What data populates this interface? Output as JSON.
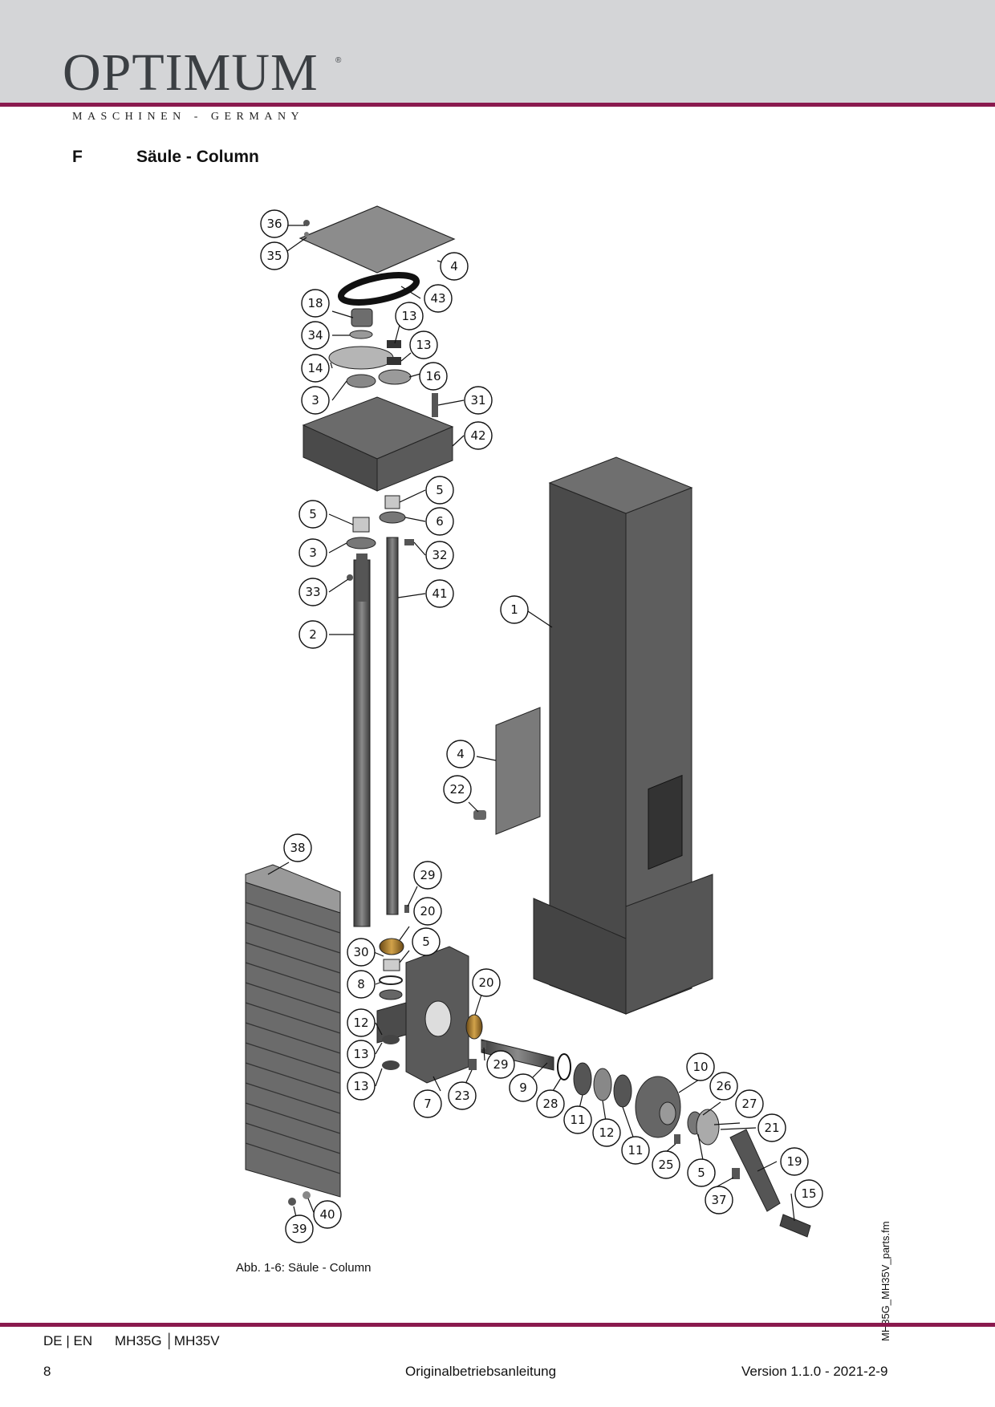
{
  "brand": {
    "name": "OPTIMUM",
    "registered": "®",
    "tagline": "MASCHINEN - GERMANY"
  },
  "section": {
    "letter": "F",
    "title": "Säule - Column"
  },
  "figure": {
    "caption": "Abb. 1-6:   Säule - Column",
    "filename": "MH35G_MH35V_parts.fm",
    "callouts": [
      "36",
      "35",
      "4",
      "43",
      "18",
      "13",
      "34",
      "13",
      "14",
      "16",
      "3",
      "31",
      "42",
      "5",
      "5",
      "6",
      "3",
      "32",
      "33",
      "41",
      "1",
      "2",
      "4",
      "22",
      "38",
      "29",
      "20",
      "30",
      "5",
      "8",
      "20",
      "12",
      "13",
      "29",
      "13",
      "23",
      "9",
      "28",
      "7",
      "10",
      "26",
      "11",
      "27",
      "12",
      "11",
      "21",
      "25",
      "5",
      "19",
      "37",
      "15",
      "40",
      "39"
    ]
  },
  "footer": {
    "lang": "DE | EN",
    "model": "MH35G │MH35V",
    "page": "8",
    "doc": "Originalbetriebsanleitung",
    "version": "Version 1.1.0 - 2021-2-9"
  }
}
